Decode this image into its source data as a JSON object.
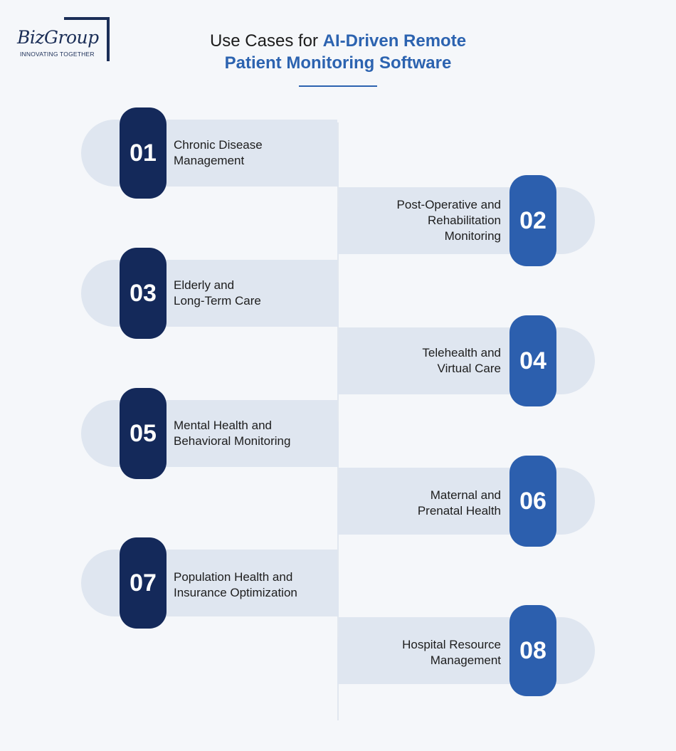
{
  "logo": {
    "name": "BizGroup",
    "tagline": "INNOVATING TOGETHER"
  },
  "title": {
    "line1_plain": "Use Cases for ",
    "line1_accent": "AI-Driven Remote",
    "line2_accent": "Patient Monitoring Software"
  },
  "items": [
    {
      "number": "01",
      "line1": "Chronic Disease",
      "line2": "Management",
      "line3": ""
    },
    {
      "number": "02",
      "line1": "Post-Operative and",
      "line2": "Rehabilitation",
      "line3": "Monitoring"
    },
    {
      "number": "03",
      "line1": "Elderly and",
      "line2": "Long-Term Care",
      "line3": ""
    },
    {
      "number": "04",
      "line1": "Telehealth and",
      "line2": "Virtual Care",
      "line3": ""
    },
    {
      "number": "05",
      "line1": "Mental Health and",
      "line2": "Behavioral Monitoring",
      "line3": ""
    },
    {
      "number": "06",
      "line1": "Maternal and",
      "line2": "Prenatal Health",
      "line3": ""
    },
    {
      "number": "07",
      "line1": "Population Health and",
      "line2": "Insurance Optimization",
      "line3": ""
    },
    {
      "number": "08",
      "line1": "Hospital Resource",
      "line2": "Management",
      "line3": ""
    }
  ],
  "colors": {
    "dark_badge": "#14295a",
    "blue_badge": "#2c5fae",
    "card": "#dfe6f0",
    "accent": "#2c63b0"
  }
}
